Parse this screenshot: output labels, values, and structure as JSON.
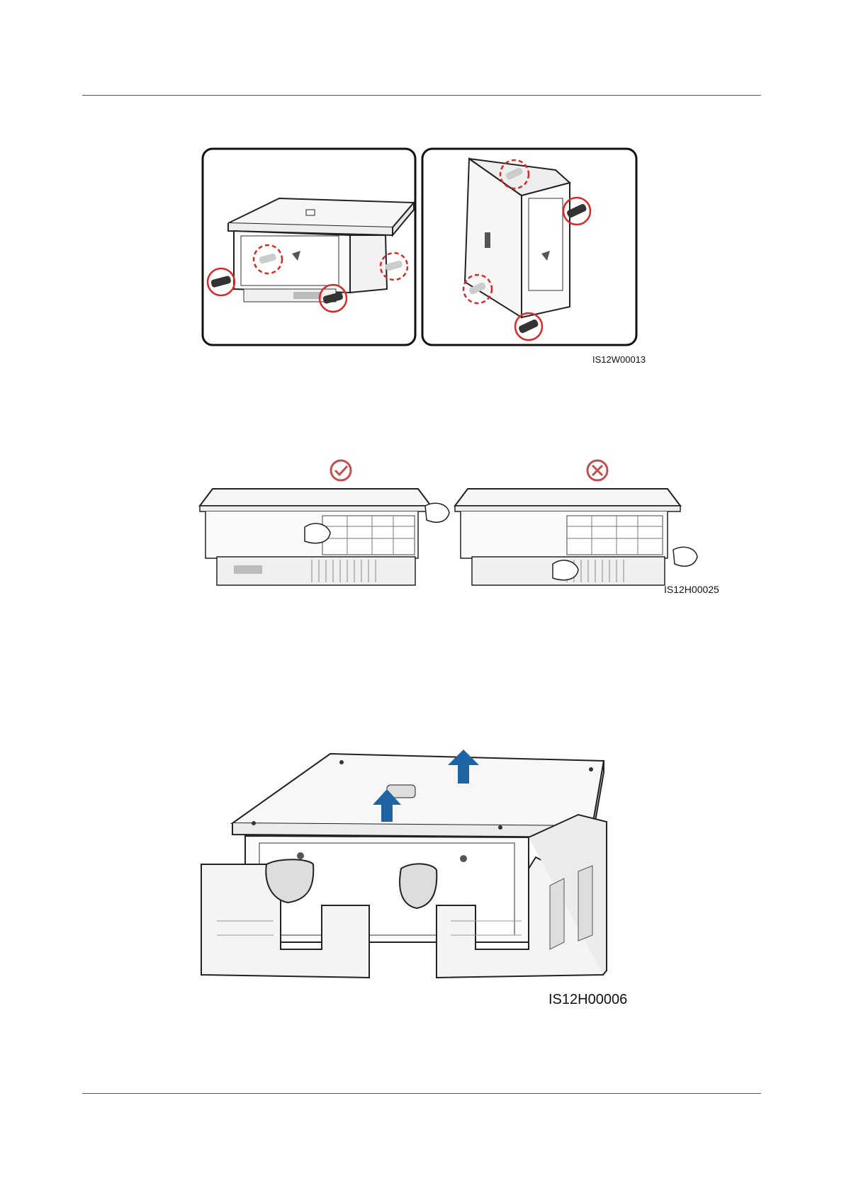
{
  "figures": [
    {
      "id": "IS12W00013",
      "panels": [
        "carry-handles-flat",
        "carry-handles-upright"
      ]
    },
    {
      "id": "IS12H00025",
      "indicators": {
        "correct": "check-icon",
        "incorrect": "cross-icon"
      }
    },
    {
      "id": "IS12H00006",
      "arrows": "lift-up-arrow-icon"
    }
  ],
  "colors": {
    "highlight": "#d62b2b",
    "ok": "#c0504d",
    "arrow": "#1f65a3",
    "line": "#222222"
  }
}
